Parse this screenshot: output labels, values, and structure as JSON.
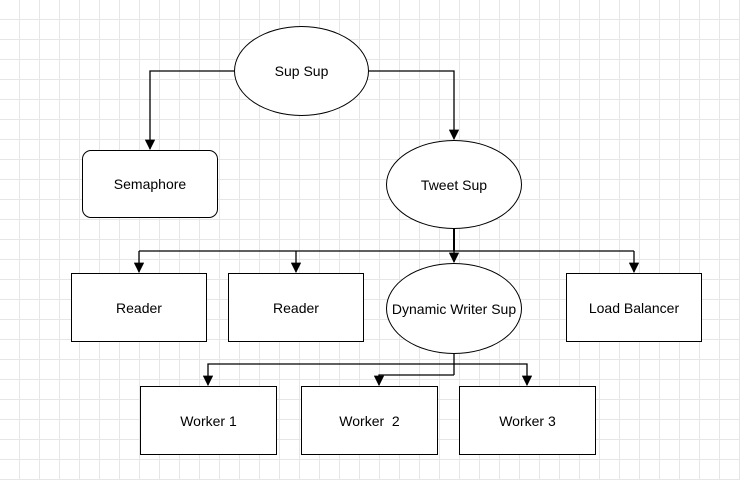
{
  "diagram": {
    "nodes": {
      "sup_sup": "Sup Sup",
      "semaphore": "Semaphore",
      "tweet_sup": "Tweet Sup",
      "reader_1": "Reader",
      "reader_2": "Reader",
      "dynamic_writer_sup": "Dynamic Writer Sup",
      "load_balancer": "Load Balancer",
      "worker_1": "Worker 1",
      "worker_2": "Worker  2",
      "worker_3": "Worker 3"
    },
    "edges": [
      {
        "from": "sup_sup",
        "to": "semaphore"
      },
      {
        "from": "sup_sup",
        "to": "tweet_sup"
      },
      {
        "from": "tweet_sup",
        "to": "reader_1"
      },
      {
        "from": "tweet_sup",
        "to": "reader_2"
      },
      {
        "from": "tweet_sup",
        "to": "dynamic_writer_sup"
      },
      {
        "from": "tweet_sup",
        "to": "load_balancer"
      },
      {
        "from": "dynamic_writer_sup",
        "to": "worker_1"
      },
      {
        "from": "dynamic_writer_sup",
        "to": "worker_2"
      },
      {
        "from": "dynamic_writer_sup",
        "to": "worker_3"
      }
    ],
    "colors": {
      "stroke": "#000000",
      "fill": "#ffffff",
      "grid": "#e6e6e6"
    }
  }
}
